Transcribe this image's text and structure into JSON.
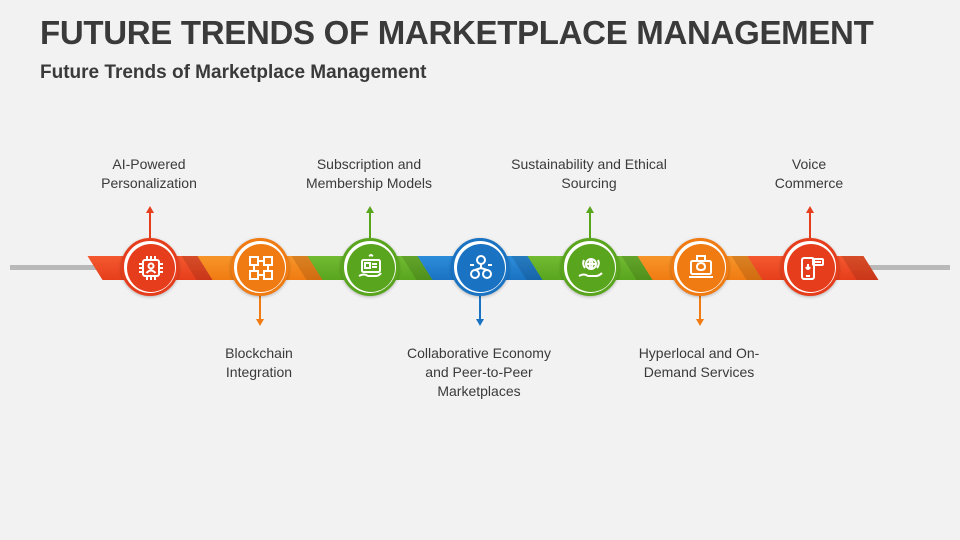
{
  "header": {
    "title": "FUTURE TRENDS OF MARKETPLACE MANAGEMENT",
    "subtitle": "Future Trends of Marketplace Management"
  },
  "trends": [
    {
      "label_line1": "AI-Powered",
      "label_line2": "Personalization",
      "label_line3": "",
      "icon": "ai-chip-icon",
      "color": "#e63e1c",
      "color_light": "#f4592f"
    },
    {
      "label_line1": "Blockchain",
      "label_line2": "Integration",
      "label_line3": "",
      "icon": "blockchain-icon",
      "color": "#f07b12",
      "color_light": "#f7952a"
    },
    {
      "label_line1": "Subscription and",
      "label_line2": "Membership Models",
      "label_line3": "",
      "icon": "membership-icon",
      "color": "#5aa51e",
      "color_light": "#72bb33"
    },
    {
      "label_line1": "Collaborative Economy",
      "label_line2": "and Peer-to-Peer",
      "label_line3": "Marketplaces",
      "icon": "collaboration-icon",
      "color": "#1a73c2",
      "color_light": "#2d8ddb"
    },
    {
      "label_line1": "Sustainability and Ethical",
      "label_line2": "Sourcing",
      "label_line3": "",
      "icon": "sustainability-icon",
      "color": "#5aa51e",
      "color_light": "#72bb33"
    },
    {
      "label_line1": "Hyperlocal and On-",
      "label_line2": "Demand Services",
      "label_line3": "",
      "icon": "on-demand-icon",
      "color": "#f07b12",
      "color_light": "#f7952a"
    },
    {
      "label_line1": "Voice",
      "label_line2": "Commerce",
      "label_line3": "",
      "icon": "voice-commerce-icon",
      "color": "#e63e1c",
      "color_light": "#f4592f"
    }
  ]
}
